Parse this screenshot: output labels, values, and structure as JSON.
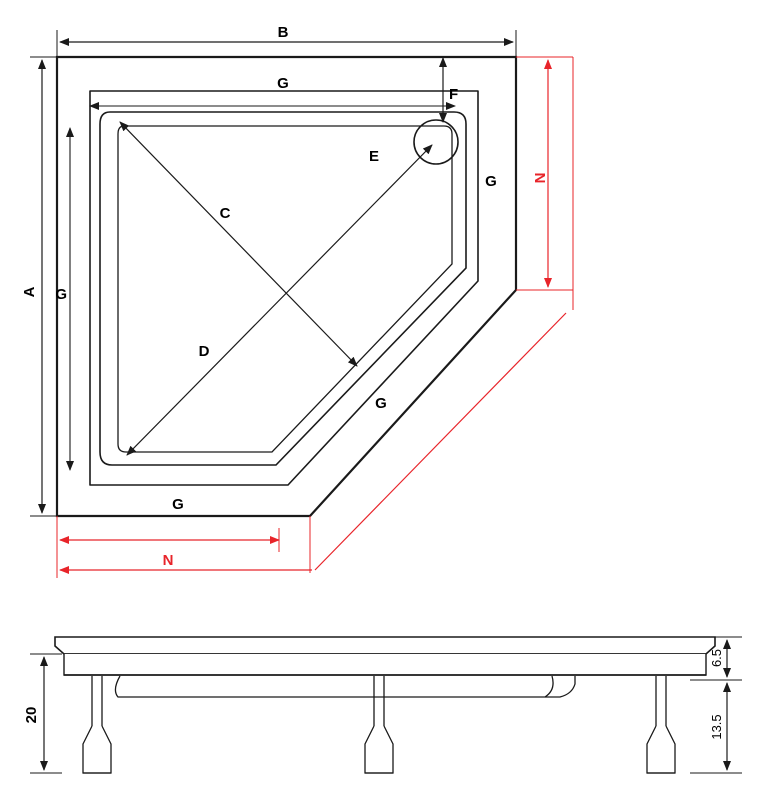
{
  "diagram": {
    "title": "Shower tray technical drawing",
    "colors": {
      "line": "#1a1a1a",
      "dimension_red": "#e8242a",
      "background": "#ffffff"
    },
    "top_view": {
      "labels": {
        "b": "B",
        "a": "A",
        "c": "C",
        "d": "D",
        "e": "E",
        "f": "F",
        "g_top": "G",
        "g_left": "G",
        "g_right": "G",
        "g_bottom": "G",
        "g_diagonal": "G",
        "n_vertical": "N",
        "n_horizontal": "N"
      }
    },
    "side_view": {
      "labels": {
        "height_total": "20",
        "height_top": "6.5",
        "height_bottom": "13.5"
      }
    }
  }
}
